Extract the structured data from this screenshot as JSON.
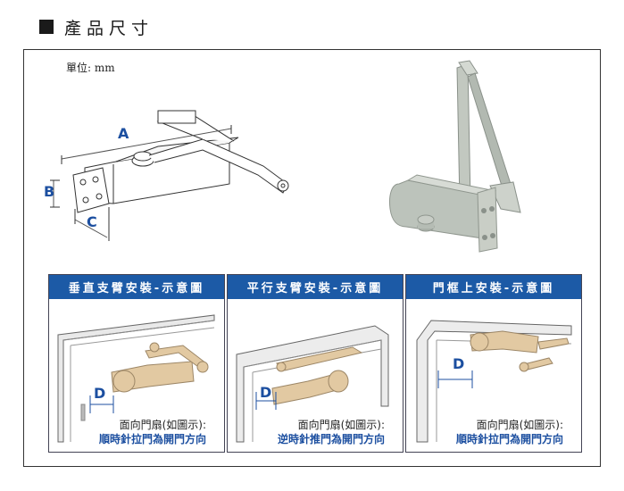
{
  "header": {
    "title": "產品尺寸",
    "icon": "black-square-icon"
  },
  "unit_label": "單位: mm",
  "dimensions": {
    "a": "A",
    "b": "B",
    "c": "C",
    "d": "D"
  },
  "colors": {
    "accent": "#1c5aa6",
    "caption_blue": "#1c4fa0",
    "closer_body": "#b9c0b7",
    "arm_beige": "#e2c9a2"
  },
  "panels": [
    {
      "title": "垂直支臂安裝-示意圖",
      "caption_line1": "面向門扇(如圖示):",
      "caption_line2": "順時針拉門為開門方向",
      "dim_label": "D"
    },
    {
      "title": "平行支臂安裝-示意圖",
      "caption_line1": "面向門扇(如圖示):",
      "caption_line2": "逆時針推門為開門方向",
      "dim_label": "D"
    },
    {
      "title": "門框上安裝-示意圖",
      "caption_line1": "面向門扇(如圖示):",
      "caption_line2": "順時針拉門為開門方向",
      "dim_label": "D"
    }
  ]
}
